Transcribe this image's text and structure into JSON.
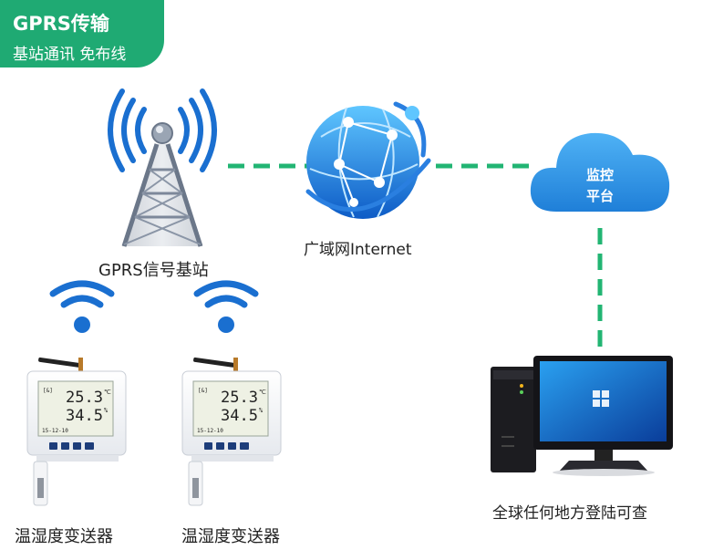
{
  "badge": {
    "title": "GPRS传输",
    "subtitle": "基站通讯 免布线"
  },
  "tower": {
    "label": "GPRS信号基站"
  },
  "internet": {
    "label": "广域网Internet"
  },
  "cloud": {
    "line1": "监控",
    "line2": "平台"
  },
  "computer": {
    "label": "全球任何地方登陆可查"
  },
  "sensors": [
    {
      "label": "温湿度变送器",
      "temp": "25.3",
      "hum": "34.5",
      "temp_unit": "℃",
      "hum_unit": "%",
      "date": "15-12-10"
    },
    {
      "label": "温湿度变送器",
      "temp": "25.3",
      "hum": "34.5",
      "temp_unit": "℃",
      "hum_unit": "%",
      "date": "15-12-10"
    }
  ],
  "colors": {
    "accent_green": "#1faa73",
    "link_dash": "#22b573",
    "signal_blue": "#1a6fd0",
    "cloud_blue": "#2a8fe0"
  }
}
